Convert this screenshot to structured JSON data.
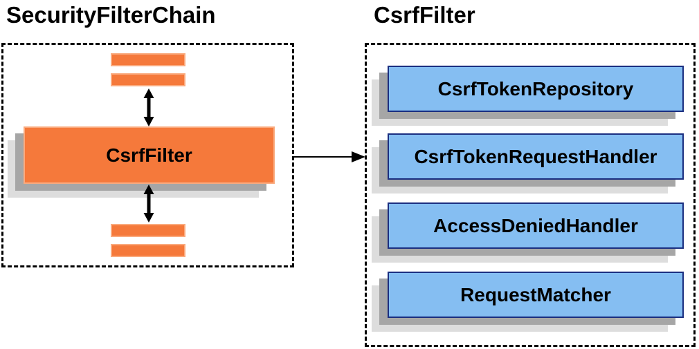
{
  "diagram": {
    "left_panel": {
      "title": "SecurityFilterChain",
      "filter_label": "CsrfFilter"
    },
    "right_panel": {
      "title": "CsrfFilter",
      "components": [
        {
          "label": "CsrfTokenRepository"
        },
        {
          "label": "CsrfTokenRequestHandler"
        },
        {
          "label": "AccessDeniedHandler"
        },
        {
          "label": "RequestMatcher"
        }
      ]
    },
    "icons": {
      "vertical_flow": "double-arrow-icon",
      "delegation": "right-arrow-icon"
    },
    "colors": {
      "filter_fill": "#F5793B",
      "filter_border": "#FAAA7E",
      "component_fill": "#85BEF2",
      "component_border": "#1A2E80",
      "shadow_dark": "#A6A6A6",
      "shadow_light": "#DDDDDD",
      "outline": "#000000",
      "text": "#000000",
      "background": "#FFFFFF"
    }
  }
}
